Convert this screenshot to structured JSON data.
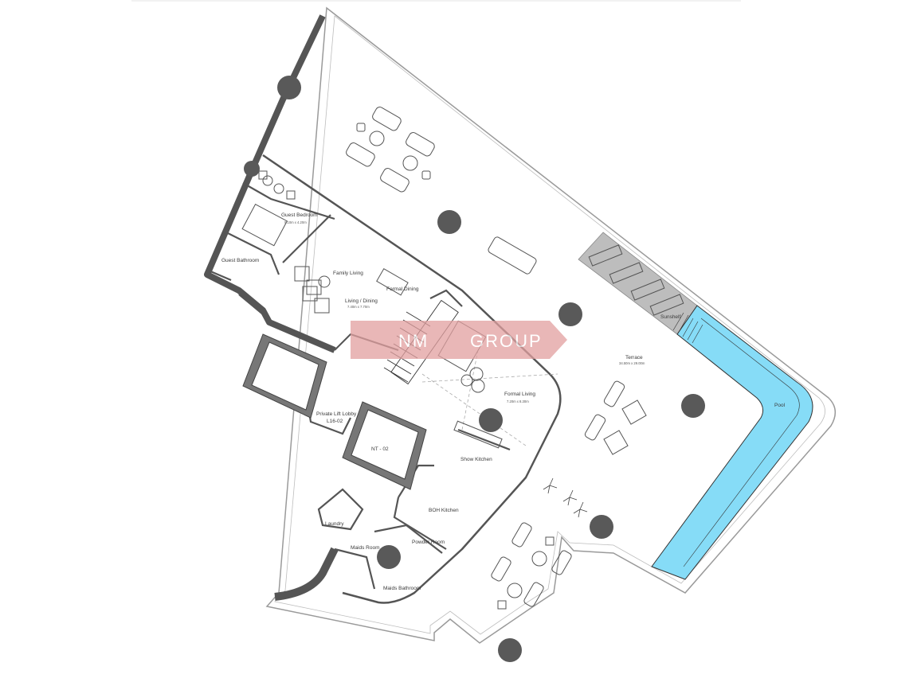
{
  "floor_plan": {
    "rooms": {
      "guest_bedroom": {
        "name": "Guest Bedroom",
        "dims": "5.10m x 4.20m"
      },
      "guest_bathroom": {
        "name": "Guest Bathroom"
      },
      "family_living": {
        "name": "Family Living"
      },
      "formal_dining": {
        "name": "Formal Dining"
      },
      "living_dining": {
        "name": "Living / Dining",
        "dims": "7.40m x 7.70m"
      },
      "formal_living": {
        "name": "Formal Living",
        "dims": "7.20m x 8.30m"
      },
      "private_lift_lobby": {
        "name": "Private Lift Lobby",
        "code": "L16-02"
      },
      "nt": {
        "name": "NT - 02"
      },
      "show_kitchen": {
        "name": "Show Kitchen"
      },
      "boh_kitchen": {
        "name": "BOH Kitchen"
      },
      "laundry": {
        "name": "Laundry"
      },
      "maids_room": {
        "name": "Maids Room"
      },
      "powder_room": {
        "name": "Powder Room"
      },
      "maids_bathroom": {
        "name": "Maids Bathroom"
      },
      "terrace": {
        "name": "Terrace",
        "dims": "34.50m x 29.00m"
      },
      "sunshelf": {
        "name": "Sunshelf"
      },
      "pool": {
        "name": "Pool"
      }
    },
    "watermark": {
      "left": "NM",
      "right": "GROUP"
    },
    "colors": {
      "pool": "#86dcf7",
      "wall": "#555555",
      "column": "#595959",
      "sunshelf": "#bdbdbd",
      "watermark": "#e2a0a0"
    }
  }
}
